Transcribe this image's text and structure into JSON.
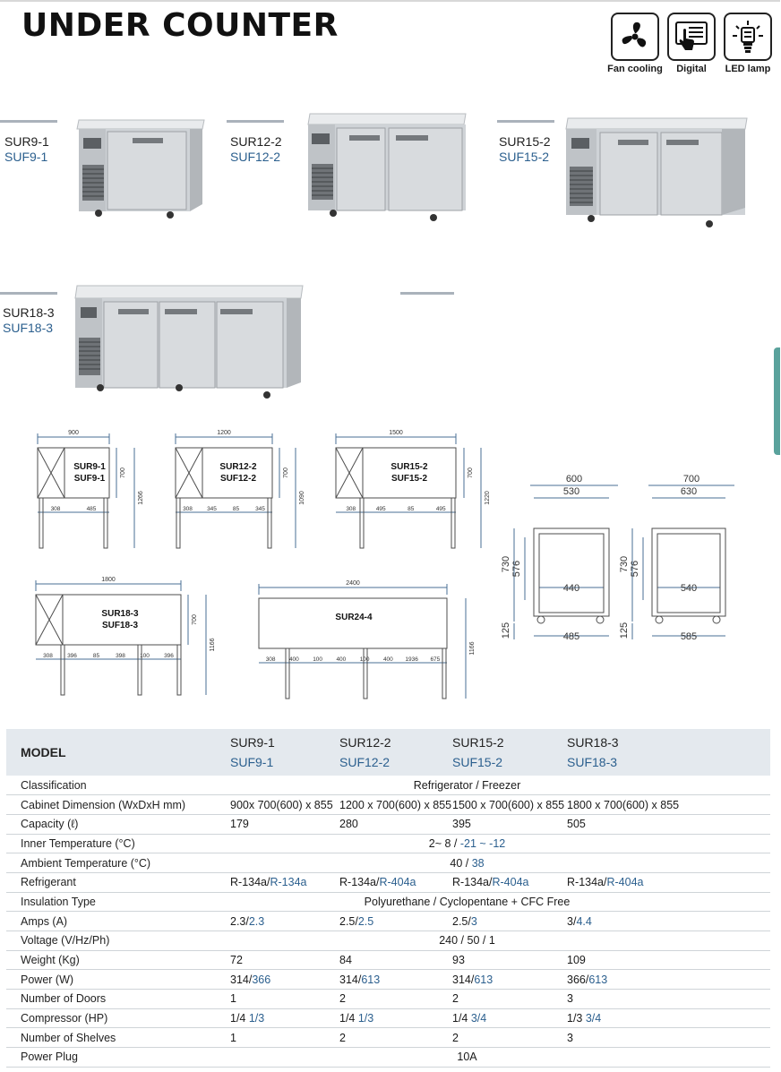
{
  "title": "UNDER COUNTER",
  "features": [
    {
      "label": "Fan cooling",
      "icon": "fan-icon"
    },
    {
      "label": "Digital",
      "icon": "digital-touch-icon"
    },
    {
      "label": "LED lamp",
      "icon": "led-lamp-icon"
    }
  ],
  "models": [
    {
      "r": "SUR9-1",
      "f": "SUF9-1",
      "doors": 1
    },
    {
      "r": "SUR12-2",
      "f": "SUF12-2",
      "doors": 2
    },
    {
      "r": "SUR15-2",
      "f": "SUF15-2",
      "doors": 2
    },
    {
      "r": "SUR18-3",
      "f": "SUF18-3",
      "doors": 3
    }
  ],
  "drawings": {
    "front": [
      {
        "width": "900",
        "name1": "SUR9-1",
        "name2": "SUF9-1",
        "h1": "700",
        "h2": "1266",
        "segs": [
          "308",
          "485"
        ]
      },
      {
        "width": "1200",
        "name1": "SUR12-2",
        "name2": "SUF12-2",
        "h1": "700",
        "h2": "1090",
        "segs": [
          "308",
          "345",
          "85",
          "345"
        ]
      },
      {
        "width": "1500",
        "name1": "SUR15-2",
        "name2": "SUF15-2",
        "h1": "700",
        "h2": "1220",
        "segs": [
          "308",
          "495",
          "85",
          "495"
        ]
      },
      {
        "width": "1800",
        "name1": "SUR18-3",
        "name2": "SUF18-3",
        "h1": "700",
        "h2": "1166",
        "segs": [
          "308",
          "396",
          "85",
          "398",
          "100",
          "396"
        ]
      },
      {
        "width": "2400",
        "name1": "SUR24-4",
        "name2": "",
        "h1": "",
        "h2": "1166",
        "segs": [
          "308",
          "400",
          "100",
          "400",
          "100",
          "400",
          "1936",
          "675"
        ]
      }
    ],
    "side": [
      {
        "outer": "600",
        "inner": "530",
        "depth": "440",
        "base": "485",
        "h_total": "730",
        "h_inner": "576",
        "h_leg": "125"
      },
      {
        "outer": "700",
        "inner": "630",
        "depth": "540",
        "base": "585",
        "h_total": "730",
        "h_inner": "576",
        "h_leg": "125"
      }
    ]
  },
  "table": {
    "header_label": "MODEL",
    "columns": [
      {
        "r": "SUR9-1",
        "f": "SUF9-1"
      },
      {
        "r": "SUR12-2",
        "f": "SUF12-2"
      },
      {
        "r": "SUR15-2",
        "f": "SUF15-2"
      },
      {
        "r": "SUR18-3",
        "f": "SUF18-3"
      }
    ],
    "rows": [
      {
        "label": "Classification",
        "span": [
          {
            "t": "Refrigerator / Freezer"
          }
        ]
      },
      {
        "label": "Cabinet Dimension (WxDxH mm)",
        "cells": [
          [
            {
              "t": "900x 700(600) x 855"
            }
          ],
          [
            {
              "t": "1200 x 700(600) x 855"
            }
          ],
          [
            {
              "t": "1500 x 700(600) x 855"
            }
          ],
          [
            {
              "t": "1800 x 700(600) x 855"
            }
          ]
        ]
      },
      {
        "label": "Capacity (ℓ)",
        "cells": [
          [
            {
              "t": "179"
            }
          ],
          [
            {
              "t": "280"
            }
          ],
          [
            {
              "t": "395"
            }
          ],
          [
            {
              "t": "505"
            }
          ]
        ]
      },
      {
        "label": "Inner Temperature (°C)",
        "span": [
          {
            "t": "2~ 8 / "
          },
          {
            "t": "-21 ~ -12",
            "fz": true
          }
        ]
      },
      {
        "label": "Ambient Temperature (°C)",
        "span": [
          {
            "t": "40 / "
          },
          {
            "t": "38",
            "fz": true
          }
        ]
      },
      {
        "label": "Refrigerant",
        "cells": [
          [
            {
              "t": "R-134a/"
            },
            {
              "t": "R-134a",
              "fz": true
            }
          ],
          [
            {
              "t": "R-134a/"
            },
            {
              "t": "R-404a",
              "fz": true
            }
          ],
          [
            {
              "t": "R-134a/"
            },
            {
              "t": "R-404a",
              "fz": true
            }
          ],
          [
            {
              "t": "R-134a/"
            },
            {
              "t": "R-404a",
              "fz": true
            }
          ]
        ]
      },
      {
        "label": "Insulation Type",
        "span": [
          {
            "t": "Polyurethane / Cyclopentane + CFC Free"
          }
        ]
      },
      {
        "label": "Amps (A)",
        "cells": [
          [
            {
              "t": "2.3/"
            },
            {
              "t": "2.3",
              "fz": true
            }
          ],
          [
            {
              "t": "2.5/"
            },
            {
              "t": "2.5",
              "fz": true
            }
          ],
          [
            {
              "t": "2.5/"
            },
            {
              "t": "3",
              "fz": true
            }
          ],
          [
            {
              "t": "3/"
            },
            {
              "t": "4.4",
              "fz": true
            }
          ]
        ]
      },
      {
        "label": "Voltage (V/Hz/Ph)",
        "span": [
          {
            "t": "240 / 50 / 1"
          }
        ]
      },
      {
        "label": "Weight (Kg)",
        "cells": [
          [
            {
              "t": "72"
            }
          ],
          [
            {
              "t": "84"
            }
          ],
          [
            {
              "t": "93"
            }
          ],
          [
            {
              "t": "109"
            }
          ]
        ]
      },
      {
        "label": "Power (W)",
        "cells": [
          [
            {
              "t": "314/"
            },
            {
              "t": "366",
              "fz": true
            }
          ],
          [
            {
              "t": "314/"
            },
            {
              "t": "613",
              "fz": true
            }
          ],
          [
            {
              "t": "314/"
            },
            {
              "t": "613",
              "fz": true
            }
          ],
          [
            {
              "t": "366/"
            },
            {
              "t": "613",
              "fz": true
            }
          ]
        ]
      },
      {
        "label": "Number of Doors",
        "cells": [
          [
            {
              "t": "1"
            }
          ],
          [
            {
              "t": "2"
            }
          ],
          [
            {
              "t": "2"
            }
          ],
          [
            {
              "t": "3"
            }
          ]
        ]
      },
      {
        "label": "Compressor (HP)",
        "cells": [
          [
            {
              "t": "1/4 "
            },
            {
              "t": "1/3",
              "fz": true
            }
          ],
          [
            {
              "t": "1/4 "
            },
            {
              "t": "1/3",
              "fz": true
            }
          ],
          [
            {
              "t": "1/4 "
            },
            {
              "t": "3/4",
              "fz": true
            }
          ],
          [
            {
              "t": "1/3 "
            },
            {
              "t": "3/4",
              "fz": true
            }
          ]
        ]
      },
      {
        "label": "Number of  Shelves",
        "cells": [
          [
            {
              "t": "1"
            }
          ],
          [
            {
              "t": "2"
            }
          ],
          [
            {
              "t": "2"
            }
          ],
          [
            {
              "t": "3"
            }
          ]
        ]
      },
      {
        "label": "Power Plug",
        "span": [
          {
            "t": "10A"
          }
        ]
      }
    ]
  },
  "colors": {
    "freezer_text": "#2b5f8e",
    "header_bg": "#e4e9ee",
    "steel": "#d9dde1",
    "dimension_line": "#4a6f94"
  }
}
